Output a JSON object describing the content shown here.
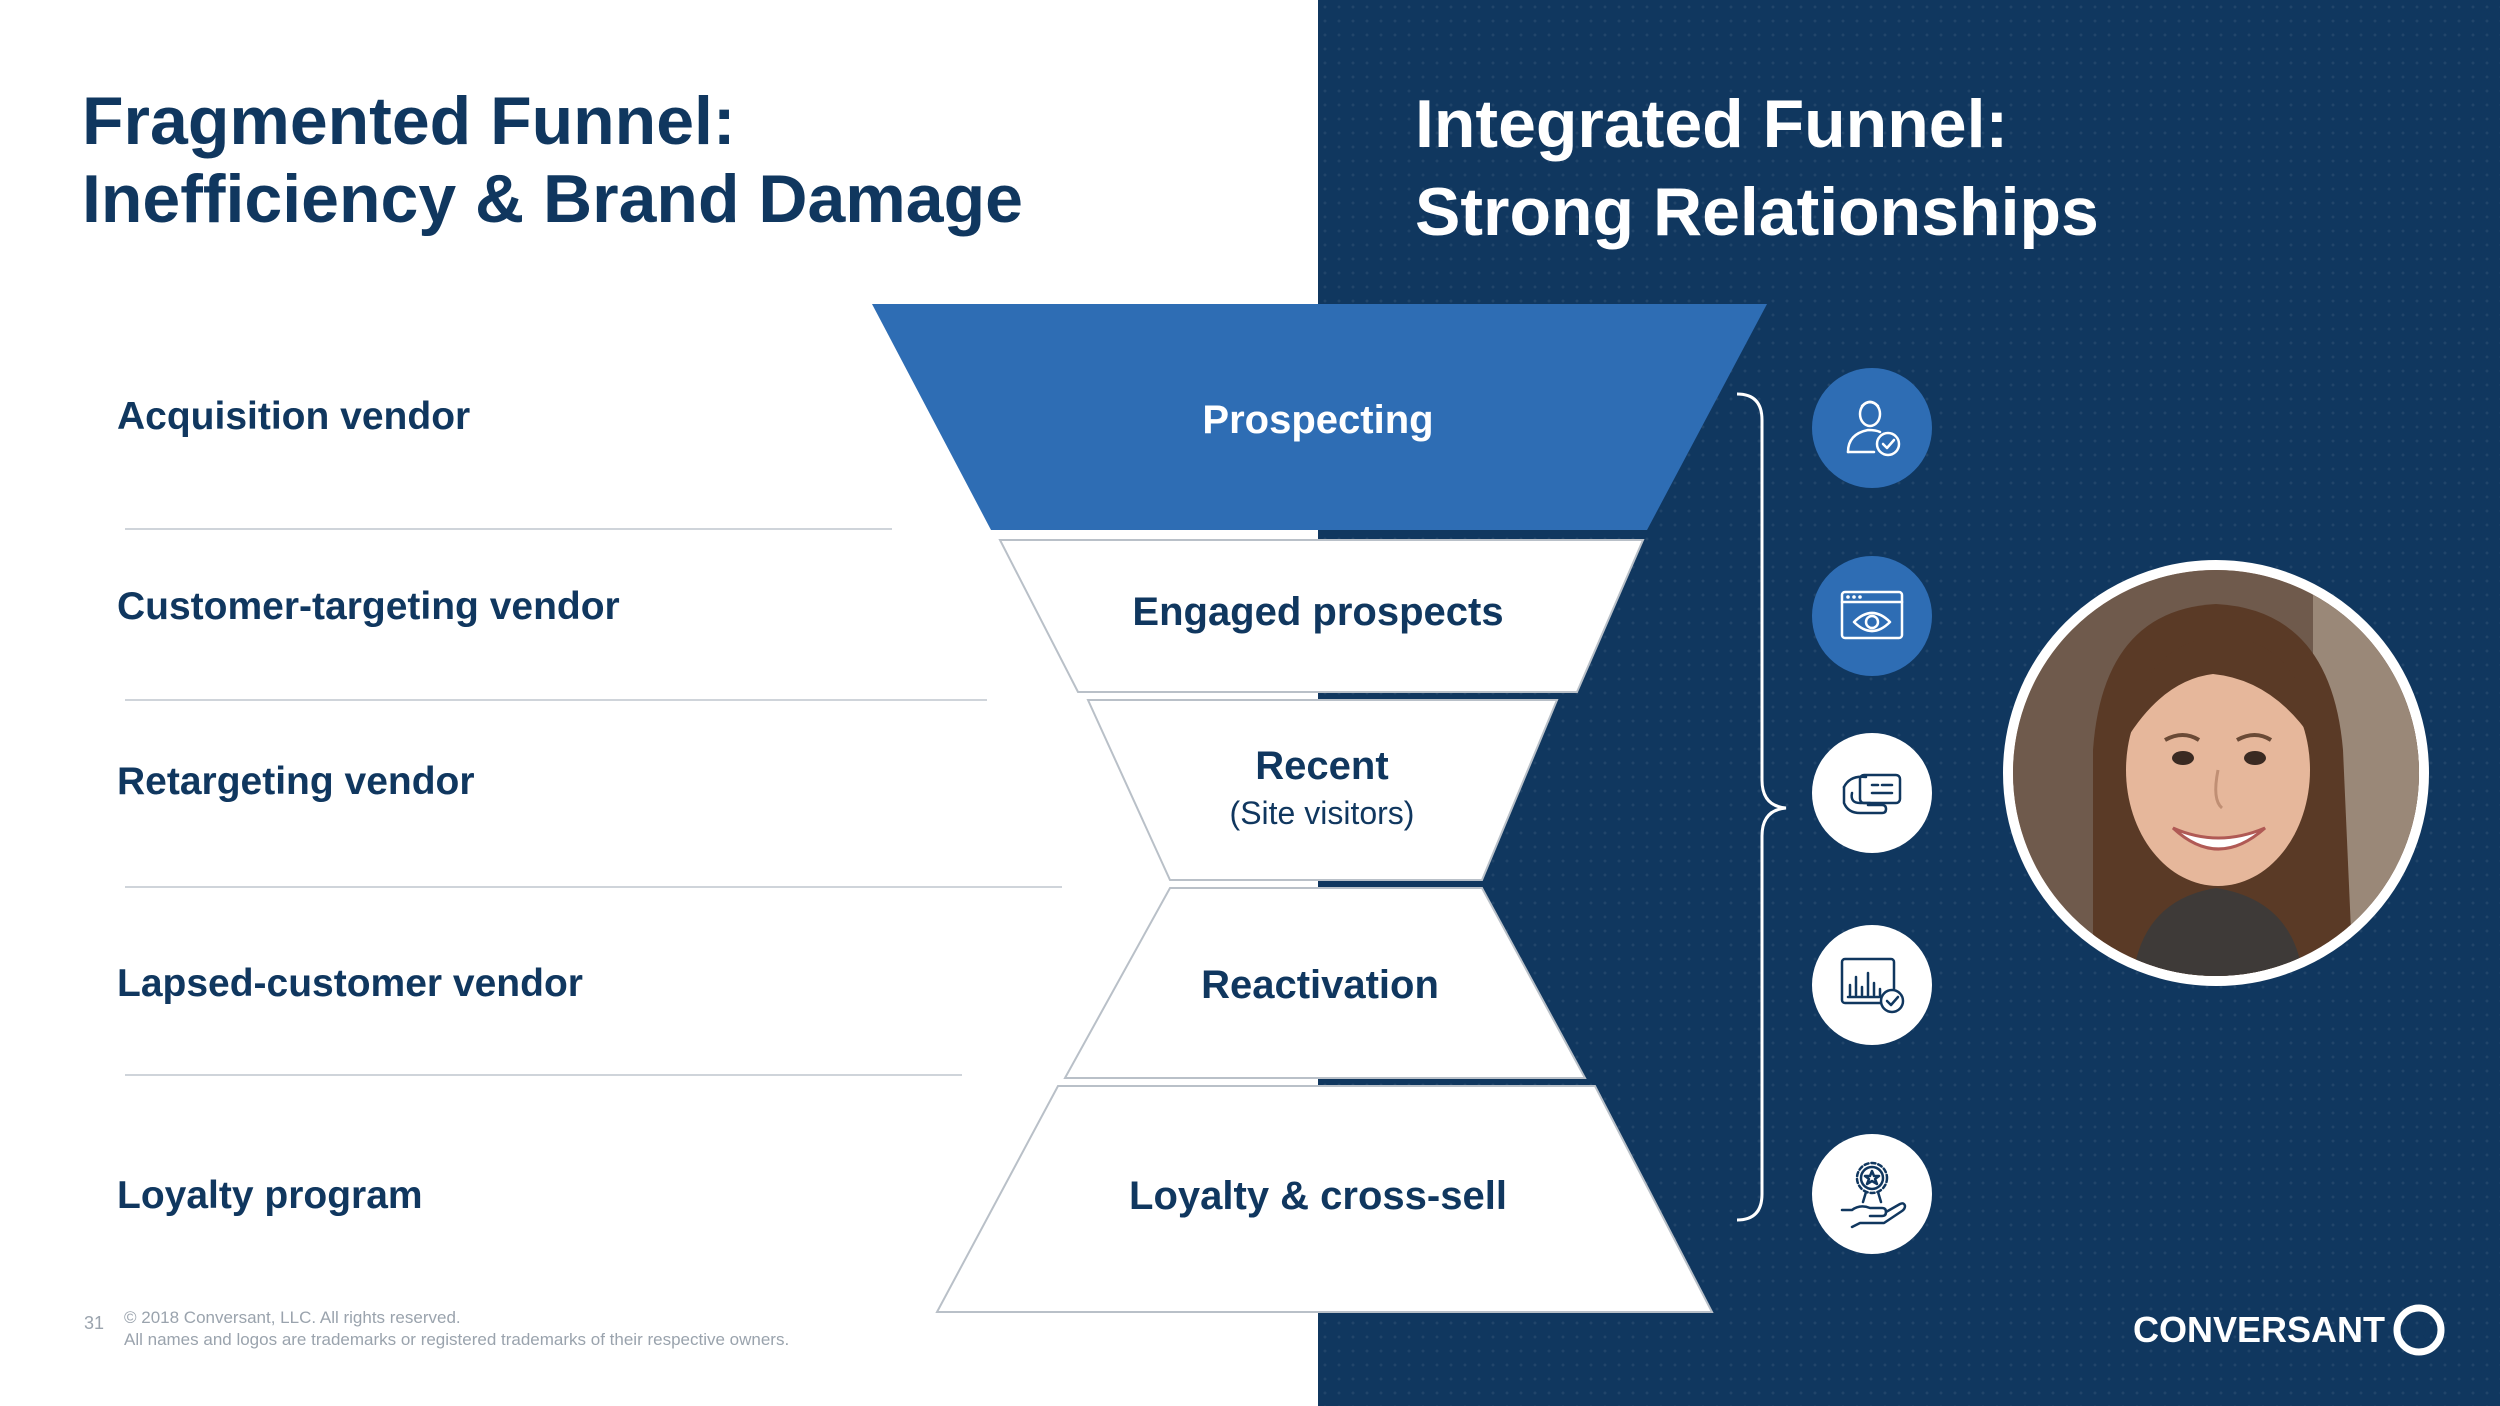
{
  "left": {
    "title_line1": "Fragmented Funnel:",
    "title_line2": "Inefficiency & Brand Damage",
    "vendors": [
      "Acquisition vendor",
      "Customer-targeting vendor",
      "Retargeting vendor",
      "Lapsed-customer vendor",
      "Loyalty program"
    ]
  },
  "right": {
    "title_line1": "Integrated Funnel:",
    "title_line2": "Strong Relationships"
  },
  "funnel": {
    "stages": [
      {
        "label": "Prospecting"
      },
      {
        "label": "Engaged prospects"
      },
      {
        "label": "Recent",
        "sublabel": "(Site visitors)"
      },
      {
        "label": "Reactivation"
      },
      {
        "label": "Loyalty & cross-sell"
      }
    ]
  },
  "icons": [
    "person-check-icon",
    "browser-eye-icon",
    "card-handshake-icon",
    "chart-check-icon",
    "award-hand-icon"
  ],
  "colors": {
    "navy": "#10375f",
    "blue": "#2e6db4",
    "white": "#ffffff"
  },
  "footer": {
    "page_number": "31",
    "copyright": "© 2018 Conversant, LLC. All rights reserved.",
    "trademark": "All names and logos are trademarks or registered trademarks of their respective owners."
  },
  "logo": {
    "text": "CONVERSANT"
  }
}
